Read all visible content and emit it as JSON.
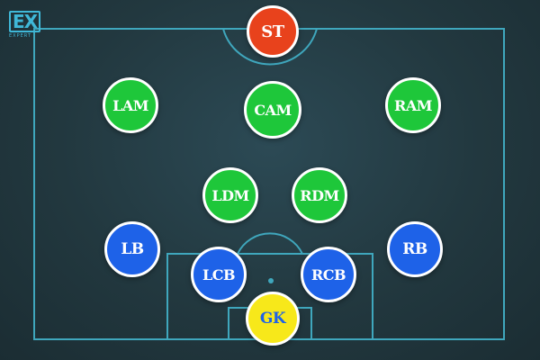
{
  "brand": {
    "logo_text": "EX",
    "logo_sub": "EXPERT",
    "accent": "#3fb8d8"
  },
  "colors": {
    "pitch_line": "#3fa7bd",
    "forward": "#e8421c",
    "midfield": "#1ec73a",
    "defender": "#1e62e8",
    "goalkeeper": "#f7e81a",
    "label_light": "#ffffff",
    "label_dark": "#1e62e8"
  },
  "players": [
    {
      "id": "st",
      "label": "ST",
      "role": "forward"
    },
    {
      "id": "lam",
      "label": "LAM",
      "role": "midfield"
    },
    {
      "id": "cam",
      "label": "CAM",
      "role": "midfield"
    },
    {
      "id": "ram",
      "label": "RAM",
      "role": "midfield"
    },
    {
      "id": "ldm",
      "label": "LDM",
      "role": "midfield"
    },
    {
      "id": "rdm",
      "label": "RDM",
      "role": "midfield"
    },
    {
      "id": "lb",
      "label": "LB",
      "role": "defender"
    },
    {
      "id": "rb",
      "label": "RB",
      "role": "defender"
    },
    {
      "id": "lcb",
      "label": "LCB",
      "role": "defender"
    },
    {
      "id": "rcb",
      "label": "RCB",
      "role": "defender"
    },
    {
      "id": "gk",
      "label": "GK",
      "role": "goalkeeper"
    }
  ]
}
